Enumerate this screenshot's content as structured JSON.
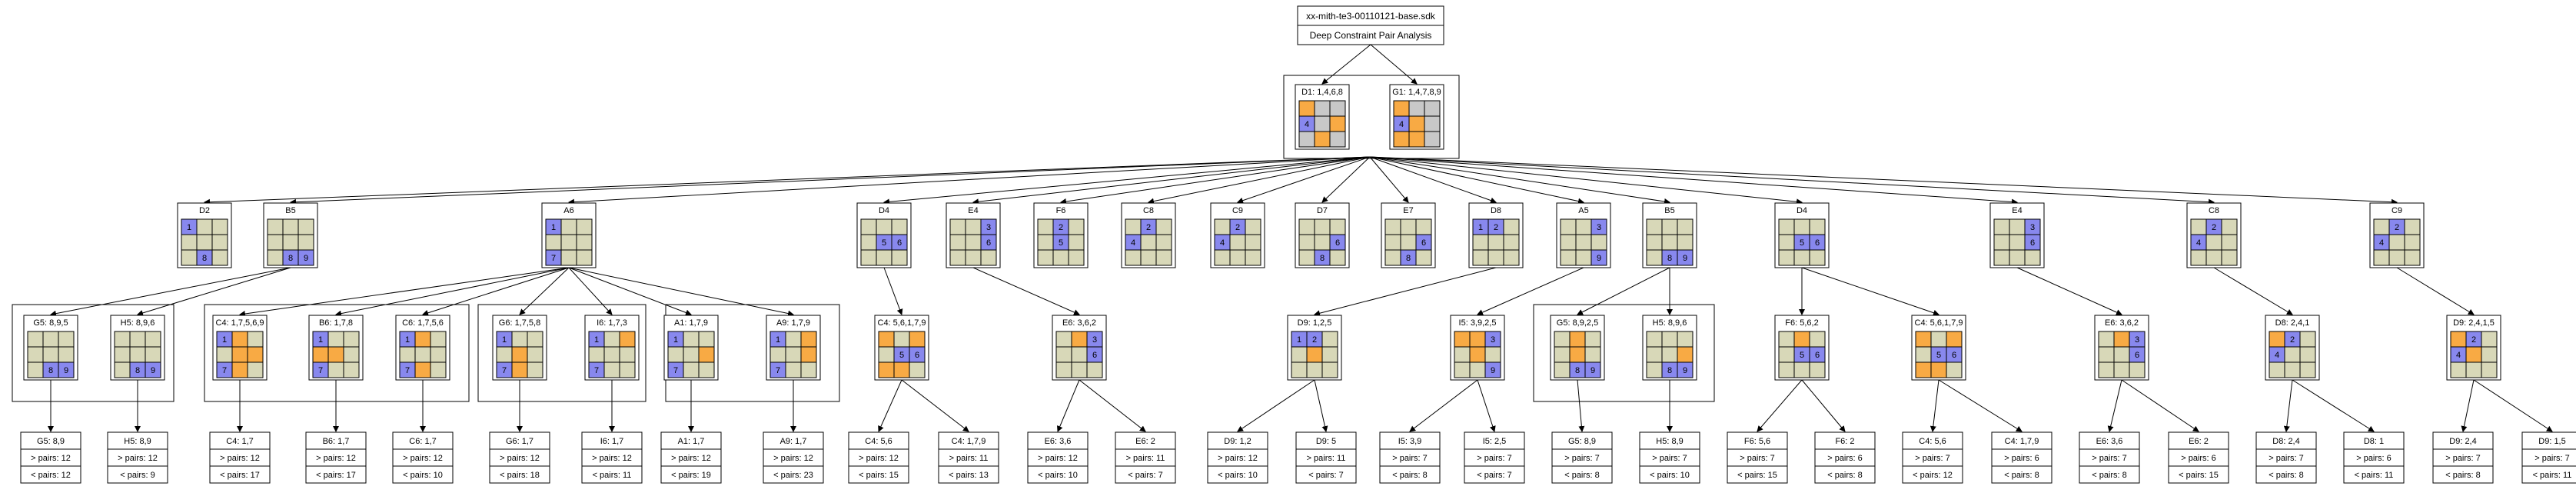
{
  "title": {
    "file": "xx-mith-te3-00110121-base.sdk",
    "subtitle": "Deep Constraint Pair Analysis"
  },
  "palette": {
    "border": "#000000",
    "empty": "#d8d8b8",
    "blue": "#8888ee",
    "orange": "#f8aa44",
    "gray": "#c8c8c8"
  },
  "root_nodes": [
    {
      "id": "R1",
      "label": "D1: 1,4,6,8",
      "cells": [
        "o",
        "g",
        "g",
        "b",
        "g",
        "o",
        "g",
        "o",
        "g"
      ],
      "nums": {
        "3": "4"
      }
    },
    {
      "id": "R2",
      "label": "G1: 1,4,7,8,9",
      "cells": [
        "o",
        "g",
        "g",
        "b",
        "o",
        "g",
        "o",
        "o",
        "g"
      ],
      "nums": {
        "3": "4"
      }
    }
  ],
  "level1": [
    {
      "id": "L1_0",
      "label": "D2",
      "cells": [
        "b",
        "e",
        "e",
        "e",
        "e",
        "e",
        "e",
        "b",
        "e"
      ],
      "nums": {
        "0": "1",
        "7": "8"
      }
    },
    {
      "id": "L1_1",
      "label": "B5",
      "cells": [
        "e",
        "e",
        "e",
        "e",
        "e",
        "e",
        "e",
        "b",
        "b"
      ],
      "nums": {
        "7": "8",
        "8": "9"
      }
    },
    {
      "id": "L1_2",
      "label": "A6",
      "cells": [
        "b",
        "e",
        "e",
        "e",
        "e",
        "e",
        "b",
        "e",
        "e"
      ],
      "nums": {
        "0": "1",
        "6": "7"
      }
    },
    {
      "id": "L1_3",
      "label": "D4",
      "cells": [
        "e",
        "e",
        "e",
        "e",
        "b",
        "b",
        "e",
        "e",
        "e"
      ],
      "nums": {
        "4": "5",
        "5": "6"
      }
    },
    {
      "id": "L1_4",
      "label": "E4",
      "cells": [
        "e",
        "e",
        "b",
        "e",
        "e",
        "b",
        "e",
        "e",
        "e"
      ],
      "nums": {
        "2": "3",
        "5": "6"
      }
    },
    {
      "id": "L1_5",
      "label": "F6",
      "cells": [
        "e",
        "b",
        "e",
        "e",
        "b",
        "e",
        "e",
        "e",
        "e"
      ],
      "nums": {
        "1": "2",
        "4": "5"
      }
    },
    {
      "id": "L1_6",
      "label": "C8",
      "cells": [
        "e",
        "b",
        "e",
        "b",
        "e",
        "e",
        "e",
        "e",
        "e"
      ],
      "nums": {
        "1": "2",
        "3": "4"
      }
    },
    {
      "id": "L1_7",
      "label": "C9",
      "cells": [
        "e",
        "b",
        "e",
        "b",
        "e",
        "e",
        "e",
        "e",
        "e"
      ],
      "nums": {
        "1": "2",
        "3": "4"
      }
    },
    {
      "id": "L1_8",
      "label": "D7",
      "cells": [
        "e",
        "e",
        "e",
        "e",
        "e",
        "b",
        "e",
        "b",
        "e"
      ],
      "nums": {
        "5": "6",
        "7": "8"
      }
    },
    {
      "id": "L1_9",
      "label": "E7",
      "cells": [
        "e",
        "e",
        "e",
        "e",
        "e",
        "b",
        "e",
        "b",
        "e"
      ],
      "nums": {
        "5": "6",
        "7": "8"
      }
    },
    {
      "id": "L1_10",
      "label": "D8",
      "cells": [
        "b",
        "b",
        "e",
        "e",
        "e",
        "e",
        "e",
        "e",
        "e"
      ],
      "nums": {
        "0": "1",
        "1": "2"
      }
    },
    {
      "id": "L1_11",
      "label": "A5",
      "cells": [
        "e",
        "e",
        "b",
        "e",
        "e",
        "e",
        "e",
        "e",
        "b"
      ],
      "nums": {
        "2": "3",
        "8": "9"
      }
    },
    {
      "id": "L1_12",
      "label": "B5",
      "cells": [
        "e",
        "e",
        "e",
        "e",
        "e",
        "e",
        "e",
        "b",
        "b"
      ],
      "nums": {
        "7": "8",
        "8": "9"
      }
    },
    {
      "id": "L1_13",
      "label": "D4",
      "cells": [
        "e",
        "e",
        "e",
        "e",
        "b",
        "b",
        "e",
        "e",
        "e"
      ],
      "nums": {
        "4": "5",
        "5": "6"
      }
    },
    {
      "id": "L1_14",
      "label": "E4",
      "cells": [
        "e",
        "e",
        "b",
        "e",
        "e",
        "b",
        "e",
        "e",
        "e"
      ],
      "nums": {
        "2": "3",
        "5": "6"
      }
    },
    {
      "id": "L1_15",
      "label": "C8",
      "cells": [
        "e",
        "b",
        "e",
        "b",
        "e",
        "e",
        "e",
        "e",
        "e"
      ],
      "nums": {
        "1": "2",
        "3": "4"
      }
    },
    {
      "id": "L1_16",
      "label": "C9",
      "cells": [
        "e",
        "b",
        "e",
        "b",
        "e",
        "e",
        "e",
        "e",
        "e"
      ],
      "nums": {
        "1": "2",
        "3": "4"
      }
    }
  ],
  "level2": [
    {
      "id": "L2_0",
      "label": "G5: 8,9,5",
      "cells": [
        "e",
        "e",
        "e",
        "e",
        "e",
        "e",
        "e",
        "b",
        "b"
      ],
      "nums": {
        "7": "8",
        "8": "9"
      }
    },
    {
      "id": "L2_1",
      "label": "H5: 8,9,6",
      "cells": [
        "e",
        "e",
        "e",
        "e",
        "e",
        "e",
        "e",
        "b",
        "b"
      ],
      "nums": {
        "7": "8",
        "8": "9"
      }
    },
    {
      "id": "L2_2",
      "label": "C4: 1,7,5,6,9",
      "cells": [
        "b",
        "o",
        "e",
        "e",
        "o",
        "o",
        "b",
        "o",
        "e"
      ],
      "nums": {
        "0": "1",
        "6": "7"
      }
    },
    {
      "id": "L2_3",
      "label": "B6: 1,7,8",
      "cells": [
        "b",
        "e",
        "e",
        "o",
        "o",
        "e",
        "b",
        "e",
        "e"
      ],
      "nums": {
        "0": "1",
        "6": "7"
      }
    },
    {
      "id": "L2_4",
      "label": "C6: 1,7,5,6",
      "cells": [
        "b",
        "o",
        "e",
        "e",
        "e",
        "e",
        "b",
        "o",
        "e"
      ],
      "nums": {
        "0": "1",
        "6": "7"
      }
    },
    {
      "id": "L2_5",
      "label": "G6: 1,7,5,8",
      "cells": [
        "b",
        "e",
        "e",
        "e",
        "o",
        "e",
        "b",
        "o",
        "e"
      ],
      "nums": {
        "0": "1",
        "6": "7"
      }
    },
    {
      "id": "L2_6",
      "label": "I6: 1,7,3",
      "cells": [
        "b",
        "e",
        "o",
        "e",
        "e",
        "e",
        "b",
        "e",
        "e"
      ],
      "nums": {
        "0": "1",
        "6": "7"
      }
    },
    {
      "id": "L2_7",
      "label": "A1: 1,7,9",
      "cells": [
        "b",
        "e",
        "e",
        "e",
        "e",
        "o",
        "b",
        "e",
        "e"
      ],
      "nums": {
        "0": "1",
        "6": "7"
      }
    },
    {
      "id": "L2_8",
      "label": "A9: 1,7,9",
      "cells": [
        "b",
        "e",
        "o",
        "e",
        "e",
        "o",
        "b",
        "e",
        "e"
      ],
      "nums": {
        "0": "1",
        "6": "7"
      }
    },
    {
      "id": "L2_9",
      "label": "C4: 5,6,1,7,9",
      "cells": [
        "o",
        "e",
        "o",
        "e",
        "b",
        "b",
        "o",
        "o",
        "e"
      ],
      "nums": {
        "4": "5",
        "5": "6"
      }
    },
    {
      "id": "L2_10",
      "label": "E6: 3,6,2",
      "cells": [
        "e",
        "o",
        "b",
        "e",
        "e",
        "b",
        "e",
        "e",
        "e"
      ],
      "nums": {
        "2": "3",
        "5": "6"
      }
    },
    {
      "id": "L2_11",
      "label": "D9: 1,2,5",
      "cells": [
        "b",
        "b",
        "e",
        "e",
        "o",
        "e",
        "e",
        "e",
        "e"
      ],
      "nums": {
        "0": "1",
        "1": "2"
      }
    },
    {
      "id": "L2_12",
      "label": "I5: 3,9,2,5",
      "cells": [
        "o",
        "o",
        "b",
        "e",
        "o",
        "e",
        "e",
        "e",
        "b"
      ],
      "nums": {
        "2": "3",
        "8": "9"
      }
    },
    {
      "id": "L2_13",
      "label": "G5: 8,9,2,5",
      "cells": [
        "e",
        "o",
        "e",
        "e",
        "o",
        "e",
        "e",
        "b",
        "b"
      ],
      "nums": {
        "7": "8",
        "8": "9"
      }
    },
    {
      "id": "L2_14",
      "label": "H5: 8,9,6",
      "cells": [
        "e",
        "e",
        "e",
        "e",
        "e",
        "o",
        "e",
        "b",
        "b"
      ],
      "nums": {
        "7": "8",
        "8": "9"
      }
    },
    {
      "id": "L2_15",
      "label": "F6: 5,6,2",
      "cells": [
        "e",
        "o",
        "e",
        "e",
        "b",
        "b",
        "e",
        "e",
        "e"
      ],
      "nums": {
        "4": "5",
        "5": "6"
      }
    },
    {
      "id": "L2_16",
      "label": "C4: 5,6,1,7,9",
      "cells": [
        "o",
        "e",
        "o",
        "e",
        "b",
        "b",
        "o",
        "o",
        "e"
      ],
      "nums": {
        "4": "5",
        "5": "6"
      }
    },
    {
      "id": "L2_17",
      "label": "E6: 3,6,2",
      "cells": [
        "e",
        "o",
        "b",
        "e",
        "e",
        "b",
        "e",
        "e",
        "e"
      ],
      "nums": {
        "2": "3",
        "5": "6"
      }
    },
    {
      "id": "L2_18",
      "label": "D8: 2,4,1",
      "cells": [
        "o",
        "b",
        "e",
        "b",
        "e",
        "e",
        "e",
        "e",
        "e"
      ],
      "nums": {
        "1": "2",
        "3": "4"
      }
    },
    {
      "id": "L2_19",
      "label": "D9: 2,4,1,5",
      "cells": [
        "o",
        "b",
        "e",
        "b",
        "o",
        "e",
        "e",
        "e",
        "e"
      ],
      "nums": {
        "1": "2",
        "3": "4"
      }
    }
  ],
  "leaves": [
    {
      "id": "F0",
      "label": "G5: 8,9",
      "gt": "> pairs: 12",
      "lt": "< pairs: 12"
    },
    {
      "id": "F1",
      "label": "H5: 8,9",
      "gt": "> pairs: 12",
      "lt": "< pairs: 9"
    },
    {
      "id": "F2",
      "label": "C4: 1,7",
      "gt": "> pairs: 12",
      "lt": "< pairs: 17"
    },
    {
      "id": "F3",
      "label": "B6: 1,7",
      "gt": "> pairs: 12",
      "lt": "< pairs: 17"
    },
    {
      "id": "F4",
      "label": "C6: 1,7",
      "gt": "> pairs: 12",
      "lt": "< pairs: 10"
    },
    {
      "id": "F5",
      "label": "G6: 1,7",
      "gt": "> pairs: 12",
      "lt": "< pairs: 18"
    },
    {
      "id": "F6",
      "label": "I6: 1,7",
      "gt": "> pairs: 12",
      "lt": "< pairs: 11"
    },
    {
      "id": "F7",
      "label": "A1: 1,7",
      "gt": "> pairs: 12",
      "lt": "< pairs: 19"
    },
    {
      "id": "F8",
      "label": "A9: 1,7",
      "gt": "> pairs: 12",
      "lt": "< pairs: 23"
    },
    {
      "id": "F9",
      "label": "C4: 5,6",
      "gt": "> pairs: 12",
      "lt": "< pairs: 15"
    },
    {
      "id": "F10",
      "label": "C4: 1,7,9",
      "gt": "> pairs: 11",
      "lt": "< pairs: 13"
    },
    {
      "id": "F11",
      "label": "E6: 3,6",
      "gt": "> pairs: 12",
      "lt": "< pairs: 10"
    },
    {
      "id": "F12",
      "label": "E6: 2",
      "gt": "> pairs: 11",
      "lt": "< pairs: 7"
    },
    {
      "id": "F13",
      "label": "D9: 1,2",
      "gt": "> pairs: 12",
      "lt": "< pairs: 10"
    },
    {
      "id": "F14",
      "label": "D9: 5",
      "gt": "> pairs: 11",
      "lt": "< pairs: 7"
    },
    {
      "id": "F15",
      "label": "I5: 3,9",
      "gt": "> pairs: 7",
      "lt": "< pairs: 8"
    },
    {
      "id": "F16",
      "label": "I5: 2,5",
      "gt": "> pairs: 7",
      "lt": "< pairs: 7"
    },
    {
      "id": "F17",
      "label": "G5: 8,9",
      "gt": "> pairs: 7",
      "lt": "< pairs: 8"
    },
    {
      "id": "F18",
      "label": "H5: 8,9",
      "gt": "> pairs: 7",
      "lt": "< pairs: 10"
    },
    {
      "id": "F19",
      "label": "F6: 5,6",
      "gt": "> pairs: 7",
      "lt": "< pairs: 15"
    },
    {
      "id": "F20",
      "label": "F6: 2",
      "gt": "> pairs: 6",
      "lt": "< pairs: 8"
    },
    {
      "id": "F21",
      "label": "C4: 5,6",
      "gt": "> pairs: 7",
      "lt": "< pairs: 12"
    },
    {
      "id": "F22",
      "label": "C4: 1,7,9",
      "gt": "> pairs: 6",
      "lt": "< pairs: 8"
    },
    {
      "id": "F23",
      "label": "E6: 3,6",
      "gt": "> pairs: 7",
      "lt": "< pairs: 8"
    },
    {
      "id": "F24",
      "label": "E6: 2",
      "gt": "> pairs: 6",
      "lt": "< pairs: 15"
    },
    {
      "id": "F25",
      "label": "D8: 2,4",
      "gt": "> pairs: 7",
      "lt": "< pairs: 8"
    },
    {
      "id": "F26",
      "label": "D8: 1",
      "gt": "> pairs: 6",
      "lt": "< pairs: 11"
    },
    {
      "id": "F27",
      "label": "D9: 2,4",
      "gt": "> pairs: 7",
      "lt": "< pairs: 8"
    },
    {
      "id": "F28",
      "label": "D9: 1,5",
      "gt": "> pairs: 7",
      "lt": "< pairs: 11"
    }
  ],
  "edges": [
    [
      "title",
      "R1"
    ],
    [
      "title",
      "R2"
    ],
    [
      "roots",
      "L1_0"
    ],
    [
      "roots",
      "L1_1"
    ],
    [
      "roots",
      "L1_2"
    ],
    [
      "roots",
      "L1_3"
    ],
    [
      "roots",
      "L1_4"
    ],
    [
      "roots",
      "L1_5"
    ],
    [
      "roots",
      "L1_6"
    ],
    [
      "roots",
      "L1_7"
    ],
    [
      "roots",
      "L1_8"
    ],
    [
      "roots",
      "L1_9"
    ],
    [
      "roots",
      "L1_10"
    ],
    [
      "roots",
      "L1_11"
    ],
    [
      "roots",
      "L1_12"
    ],
    [
      "roots",
      "L1_13"
    ],
    [
      "roots",
      "L1_14"
    ],
    [
      "roots",
      "L1_15"
    ],
    [
      "roots",
      "L1_16"
    ],
    [
      "L1_1",
      "L2_0"
    ],
    [
      "L1_1",
      "L2_1"
    ],
    [
      "L1_2",
      "L2_2"
    ],
    [
      "L1_2",
      "L2_3"
    ],
    [
      "L1_2",
      "L2_4"
    ],
    [
      "L1_2",
      "L2_5"
    ],
    [
      "L1_2",
      "L2_6"
    ],
    [
      "L1_2",
      "L2_7"
    ],
    [
      "L1_2",
      "L2_8"
    ],
    [
      "L1_3",
      "L2_9"
    ],
    [
      "L1_4",
      "L2_10"
    ],
    [
      "L1_10",
      "L2_11"
    ],
    [
      "L1_11",
      "L2_12"
    ],
    [
      "L1_12",
      "L2_13"
    ],
    [
      "L1_12",
      "L2_14"
    ],
    [
      "L1_13",
      "L2_15"
    ],
    [
      "L1_13",
      "L2_16"
    ],
    [
      "L1_14",
      "L2_17"
    ],
    [
      "L1_15",
      "L2_18"
    ],
    [
      "L1_16",
      "L2_19"
    ],
    [
      "L2_0",
      "F0"
    ],
    [
      "L2_1",
      "F1"
    ],
    [
      "L2_2",
      "F2"
    ],
    [
      "L2_3",
      "F3"
    ],
    [
      "L2_4",
      "F4"
    ],
    [
      "L2_5",
      "F5"
    ],
    [
      "L2_6",
      "F6"
    ],
    [
      "L2_7",
      "F7"
    ],
    [
      "L2_8",
      "F8"
    ],
    [
      "L2_9",
      "F9"
    ],
    [
      "L2_9",
      "F10"
    ],
    [
      "L2_10",
      "F11"
    ],
    [
      "L2_10",
      "F12"
    ],
    [
      "L2_11",
      "F13"
    ],
    [
      "L2_11",
      "F14"
    ],
    [
      "L2_12",
      "F15"
    ],
    [
      "L2_12",
      "F16"
    ],
    [
      "L2_13",
      "F17"
    ],
    [
      "L2_14",
      "F18"
    ],
    [
      "L2_15",
      "F19"
    ],
    [
      "L2_15",
      "F20"
    ],
    [
      "L2_16",
      "F21"
    ],
    [
      "L2_16",
      "F22"
    ],
    [
      "L2_17",
      "F23"
    ],
    [
      "L2_17",
      "F24"
    ],
    [
      "L2_18",
      "F25"
    ],
    [
      "L2_18",
      "F26"
    ],
    [
      "L2_19",
      "F27"
    ],
    [
      "L2_19",
      "F28"
    ]
  ]
}
